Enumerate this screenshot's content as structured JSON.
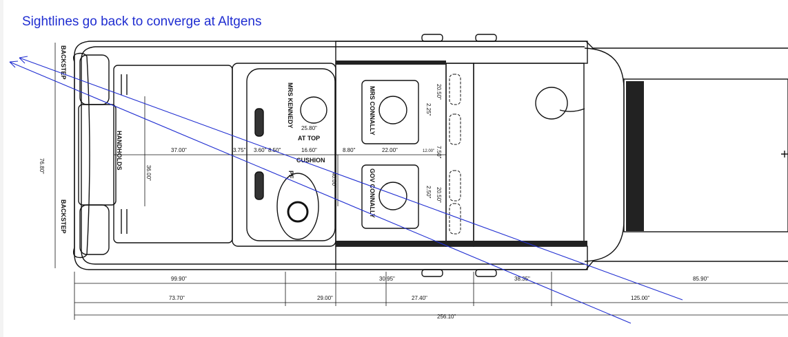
{
  "caption": "Sightlines go back to converge at Altgens",
  "colors": {
    "annotation": "#1f2dd1",
    "drawing": "#111111",
    "background": "#ffffff"
  },
  "labels": {
    "backstep_top": "BACKSTEP",
    "backstep_bottom": "BACKSTEP",
    "handholds": "HANDHOLDS",
    "mrs_kennedy": "MRS KENNEDY",
    "mrs_connally": "MRS CONNALLY",
    "gov_connally": "GOV CONNALLY",
    "at_top": "AT TOP",
    "cushion": "CUSHION",
    "pres": "PF"
  },
  "dimensions": {
    "width": "76.80\"",
    "handholds_span": "36.00\"",
    "d_37": "37.00\"",
    "d_375": "3.75\"",
    "d_360": "3.60\"",
    "d_850": "8.50\"",
    "d_1660": "16.60\"",
    "d_880": "8.80\"",
    "d_2200": "22.00\"",
    "d_1200": "12.00\"",
    "d_2580": "25.80\"",
    "d_2050a": "20.50\"",
    "d_2050b": "20.50\"",
    "d_225": "2.25\"",
    "d_250": "2.50\"",
    "d_750": "7.50\"",
    "d_4000": "40.00\"",
    "d_9990": "99.90\"",
    "d_3095": "30.95\"",
    "d_3835": "38.35\"",
    "d_8590": "85.90\"",
    "d_7370": "73.70\"",
    "d_2900": "29.00\"",
    "d_2740": "27.40\"",
    "d_12500": "125.00\"",
    "d_25610": "256.10\""
  }
}
